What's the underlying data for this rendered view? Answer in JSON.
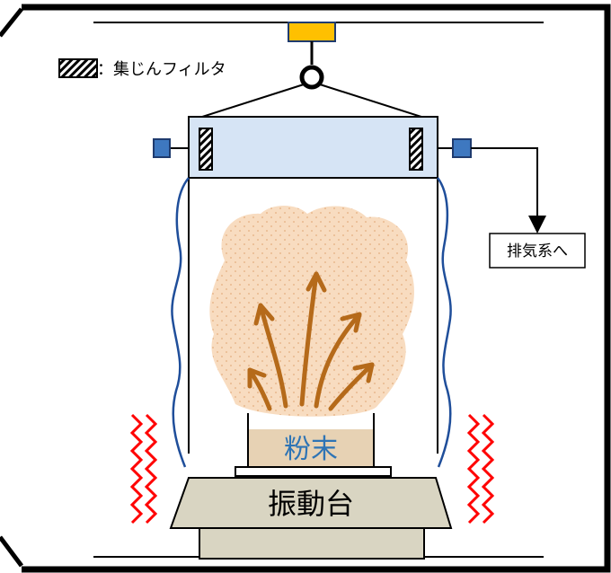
{
  "legend": {
    "filter_label": "：集じんフィルタ"
  },
  "labels": {
    "exhaust": "排気系へ",
    "powder": "粉末",
    "vibration_table": "振動台"
  },
  "colors": {
    "hood": "#d6e4f5",
    "hood_stroke": "#000000",
    "port": "#3e78c0",
    "hook_block": "#ffc000",
    "powder_cloud": "#f8dcc0",
    "arrows": "#b56a1a",
    "curtain": "#1f4e9a",
    "vibration_lines": "#ff0000",
    "table": "#d9d5c2",
    "powder_text": "#2e74b5"
  }
}
